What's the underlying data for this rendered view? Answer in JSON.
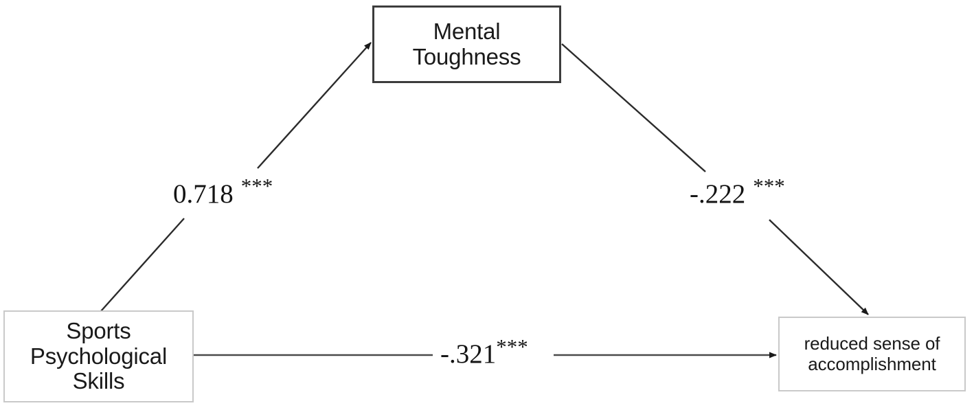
{
  "figure": {
    "type": "mediation-path-diagram",
    "background_color": "#ffffff"
  },
  "nodes": {
    "predictor": {
      "id": "sports-psychological-skills",
      "label": "Sports\nPsychological\nSkills",
      "role": "independent variable",
      "border_color": "#c9c9c9"
    },
    "mediator": {
      "id": "mental-toughness",
      "label": "Mental\nToughness",
      "role": "mediator",
      "border_color": "#3c3c3c"
    },
    "outcome": {
      "id": "reduced-sense-of-accomplishment",
      "label": "reduced sense of\naccomplishment",
      "role": "dependent variable",
      "border_color": "#c9c9c9"
    }
  },
  "paths": [
    {
      "id": "path-a",
      "from": "sports-psychological-skills",
      "to": "mental-toughness",
      "coefficient": "0.718",
      "significance": "***",
      "spaced_stars": true
    },
    {
      "id": "path-b",
      "from": "mental-toughness",
      "to": "reduced-sense-of-accomplishment",
      "coefficient": "-.222",
      "significance": "***",
      "spaced_stars": true
    },
    {
      "id": "path-c",
      "from": "sports-psychological-skills",
      "to": "reduced-sense-of-accomplishment",
      "coefficient": "-.321",
      "significance": "***",
      "spaced_stars": false
    }
  ],
  "chart_data": {
    "type": "diagram",
    "title": "",
    "nodes": [
      "Sports Psychological Skills",
      "Mental Toughness",
      "reduced sense of accomplishment"
    ],
    "edges": [
      {
        "source": "Sports Psychological Skills",
        "target": "Mental Toughness",
        "value": 0.718,
        "label": "0.718 ***",
        "p": "<.001"
      },
      {
        "source": "Mental Toughness",
        "target": "reduced sense of accomplishment",
        "value": -0.222,
        "label": "-.222 ***",
        "p": "<.001"
      },
      {
        "source": "Sports Psychological Skills",
        "target": "reduced sense of accomplishment",
        "value": -0.321,
        "label": "-.321***",
        "p": "<.001"
      }
    ]
  }
}
